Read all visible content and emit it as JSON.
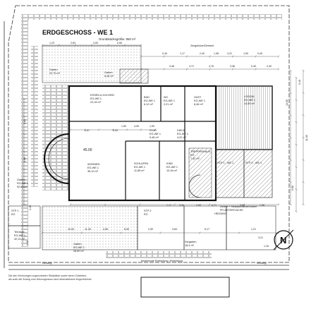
{
  "plan": {
    "title": "ERDGESCHOSS - WE 1",
    "subtitle": "Grundstücksgröße: 850 m²",
    "footnote_line1": "Die den Wohnungen zugeordneten Stellplätze sowie deren Zufahrten,",
    "footnote_line2": "als auch die Zuweg zum Heizungsraum sind nebenstehend eingezeichnet.",
    "rooms": [
      {
        "name": "ESSEN & KOCHEN",
        "detail": "EG-WE 1",
        "area": "22,15 m²"
      },
      {
        "name": "BAD",
        "detail": "EG-WE 1",
        "area": "6,12 m²"
      },
      {
        "name": "WC",
        "detail": "EG-WE 1",
        "area": "2,21 m²"
      },
      {
        "name": "GAST",
        "detail": "EG-WE 1",
        "area": "8,46 m²"
      },
      {
        "name": "LOGGIA",
        "detail": "EG-WE 1",
        "area": "14,50 m²"
      },
      {
        "name": "WOHNEN",
        "detail": "EG-WE 1",
        "area": "36,10 m²"
      },
      {
        "name": "FLUR",
        "detail": "EG-WE 1",
        "area": "9,48 m²"
      },
      {
        "name": "DIELE",
        "detail": "EG-WE 1",
        "area": "4,22 m²"
      },
      {
        "name": "SCHLAFEN",
        "detail": "EG-WE 1",
        "area": "11,85 m²"
      },
      {
        "name": "KIND",
        "detail": "EG-WE 1",
        "area": "10,16 m²"
      },
      {
        "name": "TREPPENHAUS",
        "detail": "EG",
        "area": "7,32 m²"
      },
      {
        "name": "STP 1 - WE 1",
        "detail": "",
        "area": ""
      },
      {
        "name": "STP 2 - WE 1",
        "detail": "",
        "area": ""
      },
      {
        "name": "STP 1",
        "detail": "EG",
        "area": ""
      },
      {
        "name": "STP 2",
        "detail": "EG",
        "area": ""
      },
      {
        "name": "Garten",
        "detail": "EG-WE 1",
        "area": "92,64 m²"
      },
      {
        "name": "Terrasse",
        "detail": "EG-WE 1",
        "area": "32,14 m²"
      },
      {
        "name": "Garten",
        "detail": "EG-WE 1",
        "area": "26,60 m²"
      },
      {
        "name": "Garten",
        "detail": "",
        "area": "6,46 m²"
      },
      {
        "name": "Garten",
        "detail": "",
        "area": "22,70 m²"
      },
      {
        "name": "Vorgarten",
        "detail": "",
        "area": "18,4 m²"
      },
      {
        "name": "HEIZUNG",
        "detail": "",
        "area": ""
      }
    ],
    "dims": [
      "0,40",
      "1,17",
      "2,40",
      "1,98",
      "3,21",
      "1,50",
      "0,40",
      "4,46",
      "4,71",
      "4,76",
      "3,38",
      "0,40",
      "2,40",
      "4,57",
      "0,00",
      "1,50",
      "4,90",
      "1,90",
      "1,17",
      "3,90",
      "2,00",
      "4,71",
      "5,00",
      "1,98",
      "10,00",
      "11,35",
      "4,96",
      "6,50",
      "2,50",
      "3,84",
      "5,17",
      "1,21",
      "3,21",
      "1,16",
      "1,81",
      "3,98",
      "0,98",
      "11,00",
      "13,00",
      "0,40",
      "1,23",
      "2,63",
      "4,00",
      "0,50",
      "1,40",
      "2,40"
    ],
    "labels": {
      "edge_south": "Gehweg",
      "edge_south_right": "Gehweg",
      "fence": "bestehende Einfriedung / Einfriedung",
      "parking_note": "Zufahrt + Stellplatzfläche/Zufahrt",
      "parking_note2": "PFLASTERFLÄCHE",
      "plant_note": "Ziergehölze/Zierbeet",
      "arch_height": "45.00",
      "north": "N"
    }
  }
}
